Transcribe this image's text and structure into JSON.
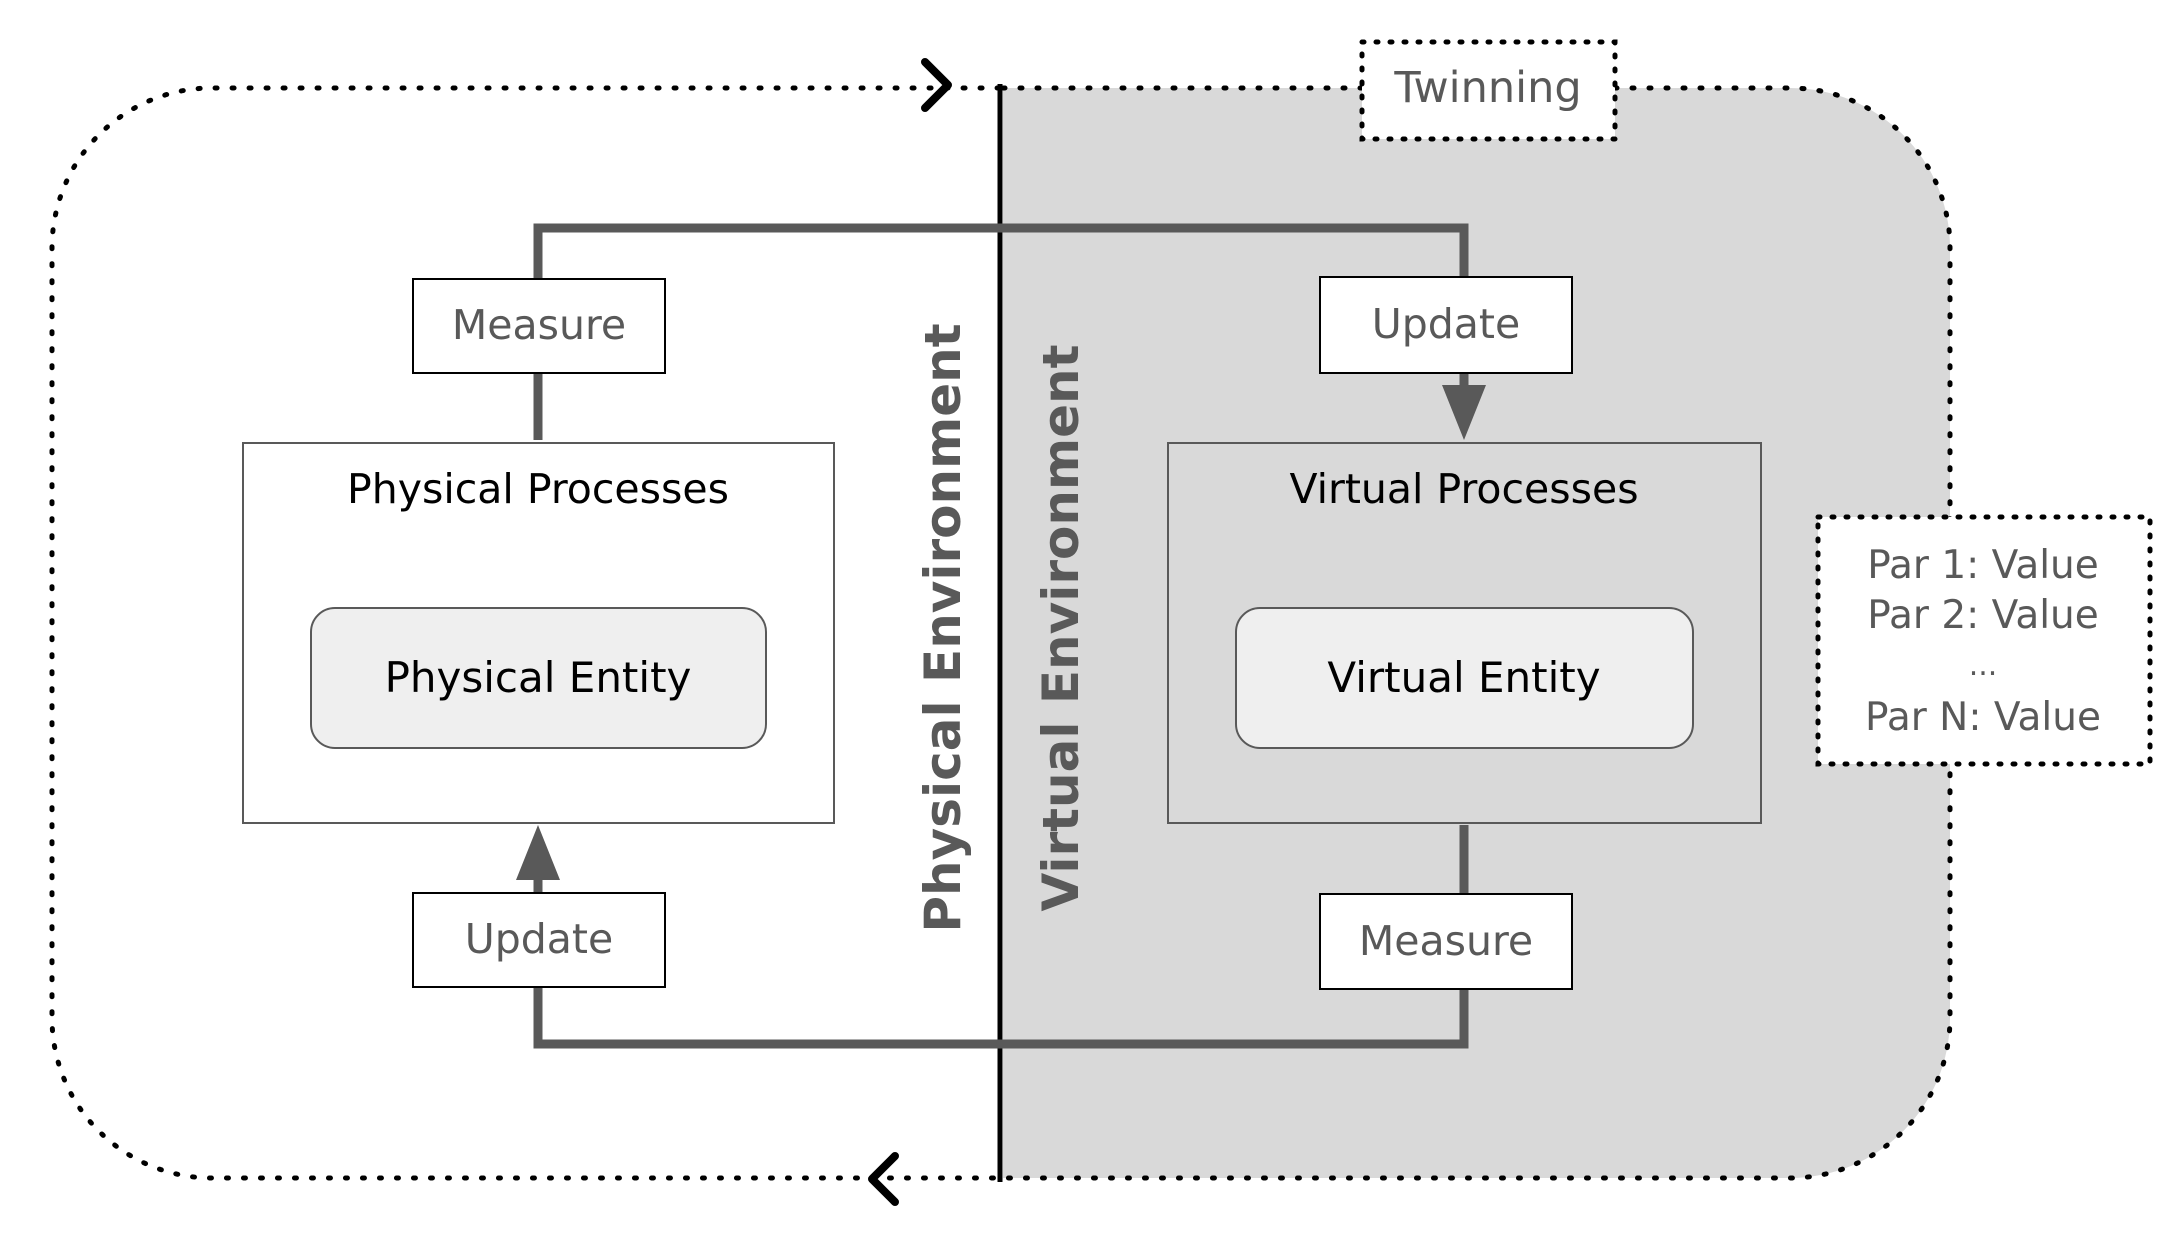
{
  "twinning": {
    "label": "Twinning"
  },
  "physical": {
    "environment_label": "Physical Environment",
    "processes_label": "Physical Processes",
    "entity_label": "Physical Entity",
    "measure_label": "Measure",
    "update_label": "Update"
  },
  "virtual": {
    "environment_label": "Virtual Environment",
    "processes_label": "Virtual Processes",
    "entity_label": "Virtual Entity",
    "update_label": "Update",
    "measure_label": "Measure"
  },
  "parameters": {
    "lines": [
      "Par 1: Value",
      "Par 2: Value",
      "...",
      "Par N: Value"
    ]
  },
  "colors": {
    "virtual_background": "#d9d9d9",
    "connector": "#595959",
    "entity_fill": "#efefef",
    "text_dark": "#000000",
    "text_gray": "#595959"
  }
}
